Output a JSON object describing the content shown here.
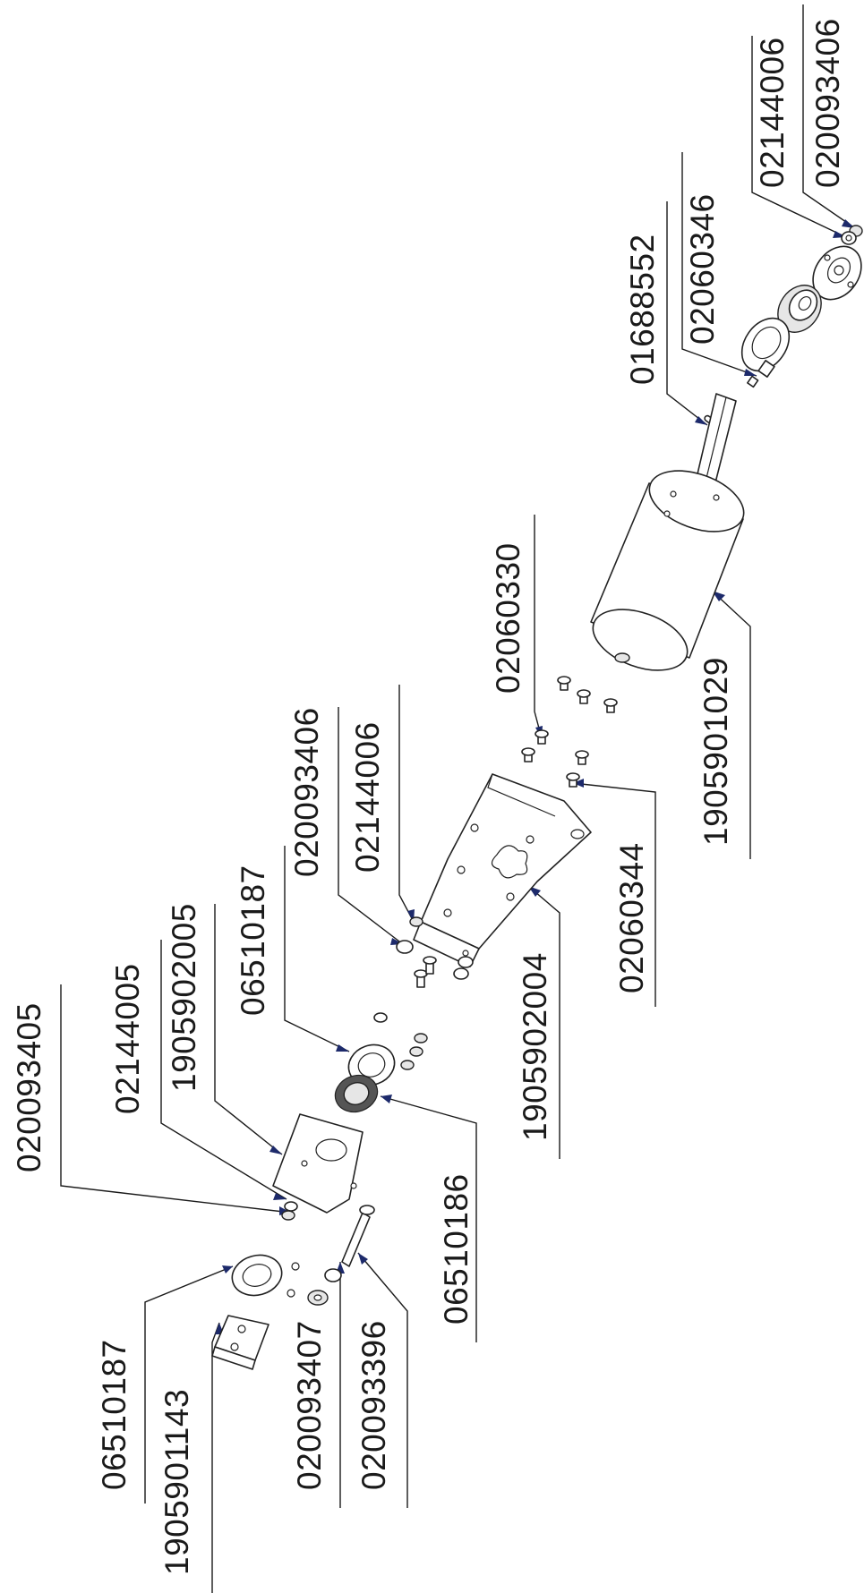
{
  "labels": [
    {
      "id": "p1",
      "text": "020093406"
    },
    {
      "id": "p2",
      "text": "02144006"
    },
    {
      "id": "p3",
      "text": "02060346"
    },
    {
      "id": "p4",
      "text": "01688552"
    },
    {
      "id": "p5",
      "text": "02060330"
    },
    {
      "id": "p6",
      "text": "1905901029"
    },
    {
      "id": "p7",
      "text": "02144006"
    },
    {
      "id": "p8",
      "text": "020093406"
    },
    {
      "id": "p9",
      "text": "02060344"
    },
    {
      "id": "p10",
      "text": "06510187"
    },
    {
      "id": "p11",
      "text": "1905902004"
    },
    {
      "id": "p12",
      "text": "1905902005"
    },
    {
      "id": "p13",
      "text": "02144005"
    },
    {
      "id": "p14",
      "text": "020093405"
    },
    {
      "id": "p15",
      "text": "06510186"
    },
    {
      "id": "p16",
      "text": "06510187"
    },
    {
      "id": "p17",
      "text": "1905901143"
    },
    {
      "id": "p18",
      "text": "020093407"
    },
    {
      "id": "p19",
      "text": "020093396"
    }
  ],
  "colors": {
    "arrow": "#1d2a6b",
    "line": "#1a1a1a"
  }
}
